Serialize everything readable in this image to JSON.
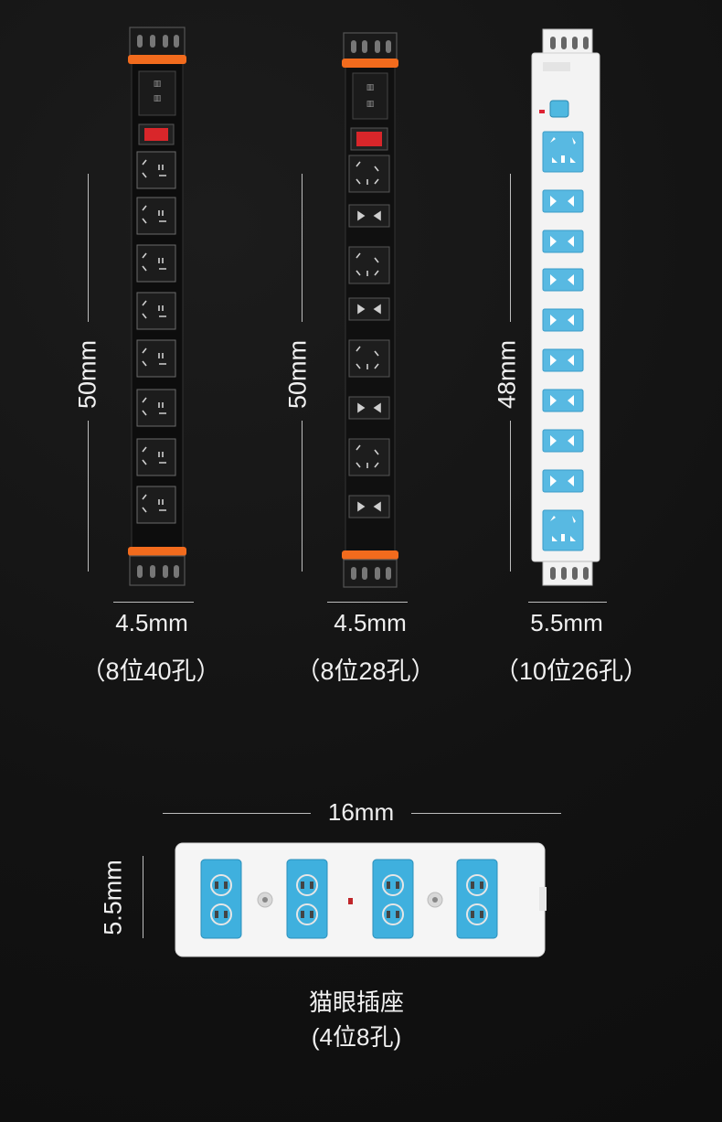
{
  "strips": [
    {
      "height_label": "50mm",
      "width_label": "4.5mm",
      "spec_label": "（8位40孔）",
      "color": "#111111",
      "accent": "#f26b1d"
    },
    {
      "height_label": "50mm",
      "width_label": "4.5mm",
      "spec_label": "（8位28孔）",
      "color": "#151515",
      "accent": "#f26b1d"
    },
    {
      "height_label": "48mm",
      "width_label": "5.5mm",
      "spec_label": "（10位26孔）",
      "color": "#f2f2f2",
      "accent": "#4fb8e0"
    }
  ],
  "bottom_strip": {
    "width_label": "16mm",
    "height_label": "5.5mm",
    "name": "猫眼插座",
    "spec_label": "(4位8孔)",
    "color": "#f4f4f4",
    "accent": "#3fb0de"
  }
}
